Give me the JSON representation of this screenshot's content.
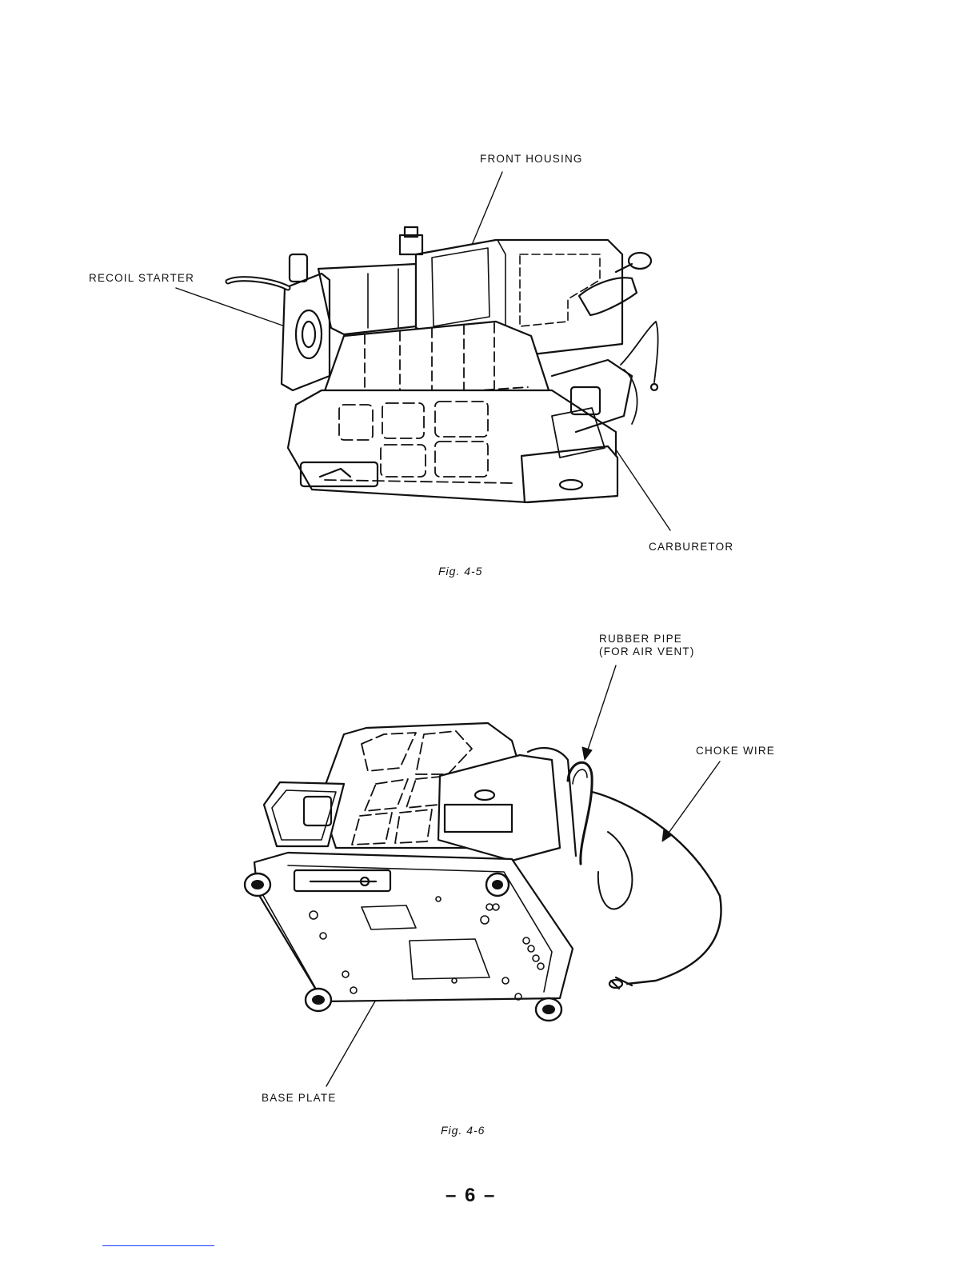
{
  "figure_1": {
    "caption": "Fig. 4-5",
    "labels": {
      "front_housing": "FRONT HOUSING",
      "recoil_starter": "RECOIL STARTER",
      "carburetor": "CARBURETOR"
    }
  },
  "figure_2": {
    "caption": "Fig. 4-6",
    "labels": {
      "rubber_pipe_line1": "RUBBER PIPE",
      "rubber_pipe_line2": "(FOR AIR VENT)",
      "choke_wire": "CHOKE WIRE",
      "base_plate": "BASE PLATE"
    }
  },
  "page_number": "– 6 –"
}
